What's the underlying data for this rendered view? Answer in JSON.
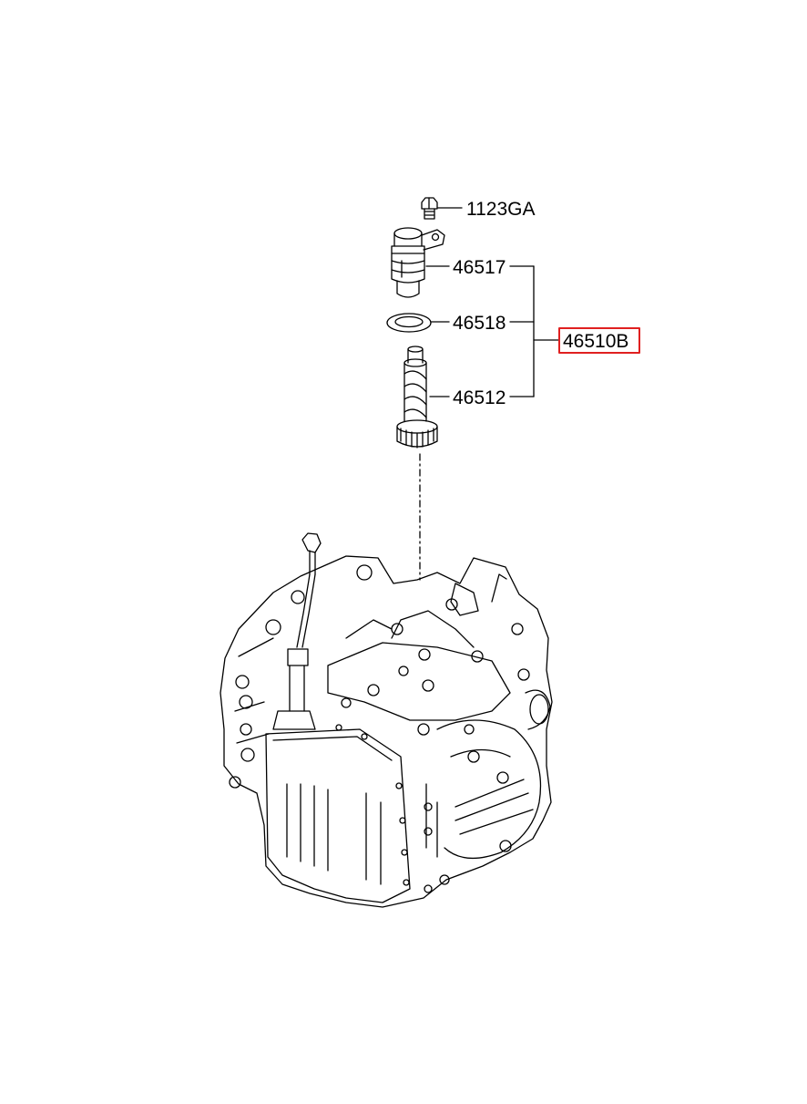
{
  "callouts": {
    "bolt": "1123GA",
    "sensor": "46517",
    "oring": "46518",
    "gear": "46512",
    "assembly": "46510B"
  },
  "colors": {
    "line": "#000000",
    "highlight": "#e02020",
    "background": "#ffffff"
  }
}
